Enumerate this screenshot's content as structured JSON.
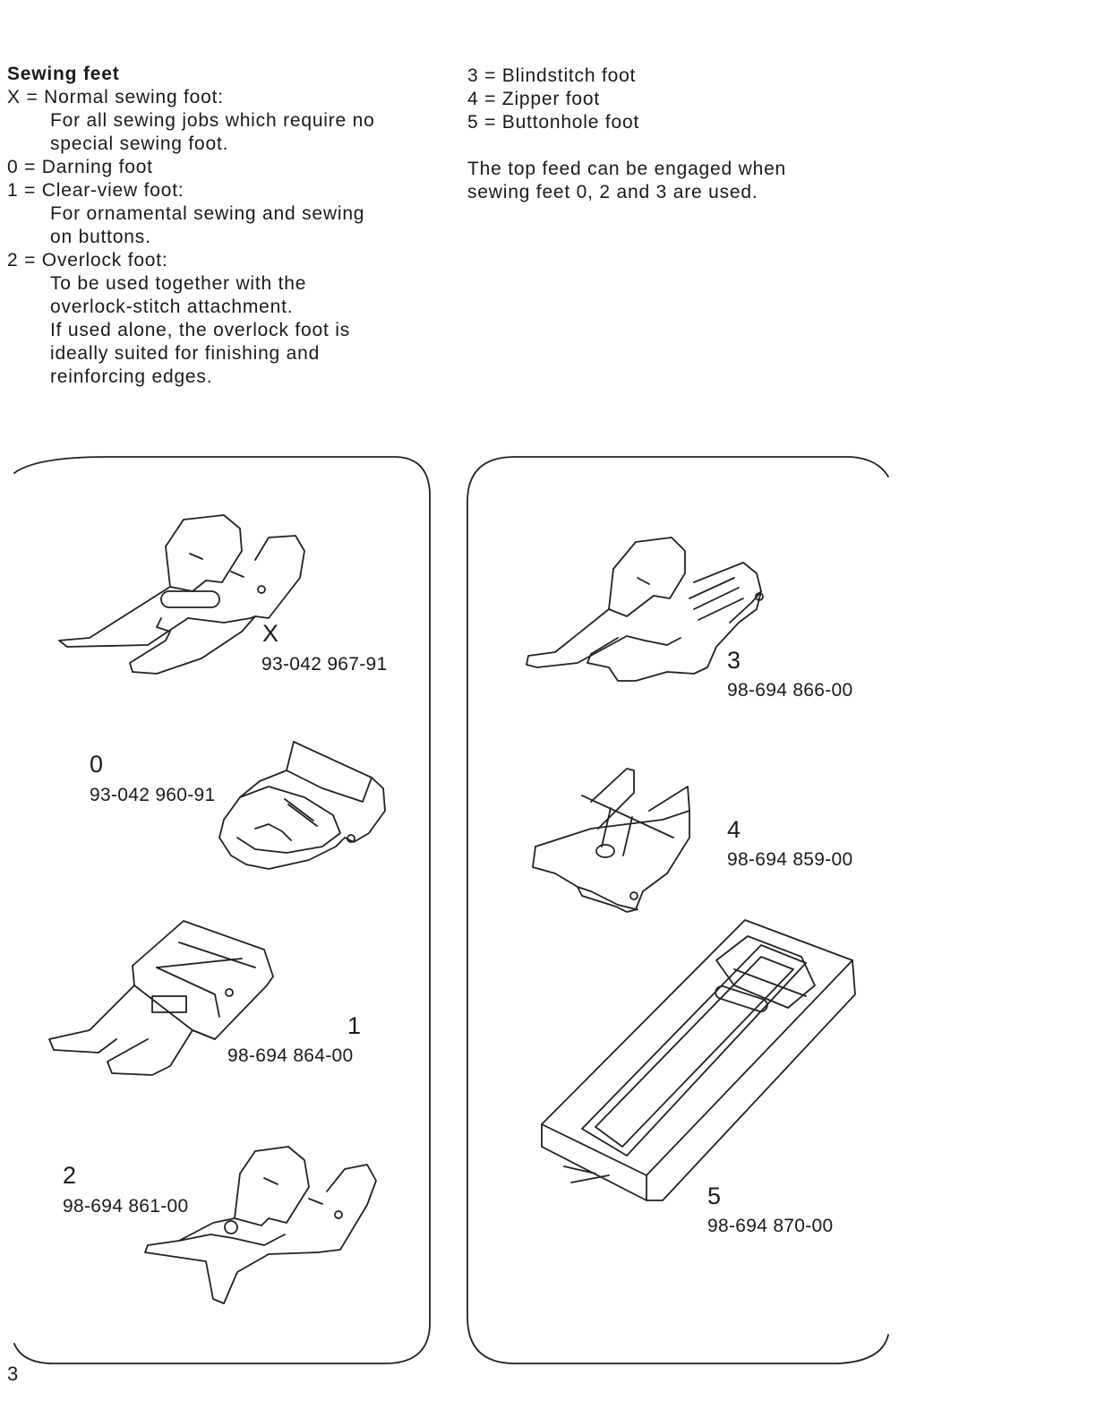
{
  "intro": {
    "heading": "Sewing feet",
    "lines": [
      "X = Normal sewing foot:",
      "For all sewing jobs which require no",
      "special sewing foot.",
      "0 = Darning foot",
      "1 = Clear-view foot:",
      "For ornamental sewing and sewing",
      "on buttons.",
      "2 = Overlock foot:",
      "To be used together with the",
      "overlock-stitch attachment.",
      "If used alone, the overlock foot is",
      "ideally suited for finishing and",
      "reinforcing edges."
    ]
  },
  "right_list": [
    "3 = Blindstitch foot",
    "4 = Zipper foot",
    "5 = Buttonhole foot"
  ],
  "note": [
    "The top feed can be engaged when",
    "sewing feet 0, 2 and 3 are used."
  ],
  "feet": {
    "x": {
      "id": "X",
      "part": "93-042 967-91"
    },
    "f0": {
      "id": "0",
      "part": "93-042 960-91"
    },
    "f1": {
      "id": "1",
      "part": "98-694 864-00"
    },
    "f2": {
      "id": "2",
      "part": "98-694 861-00"
    },
    "f3": {
      "id": "3",
      "part": "98-694 866-00"
    },
    "f4": {
      "id": "4",
      "part": "98-694 859-00"
    },
    "f5": {
      "id": "5",
      "part": "98-694 870-00"
    }
  },
  "page_number": "3"
}
